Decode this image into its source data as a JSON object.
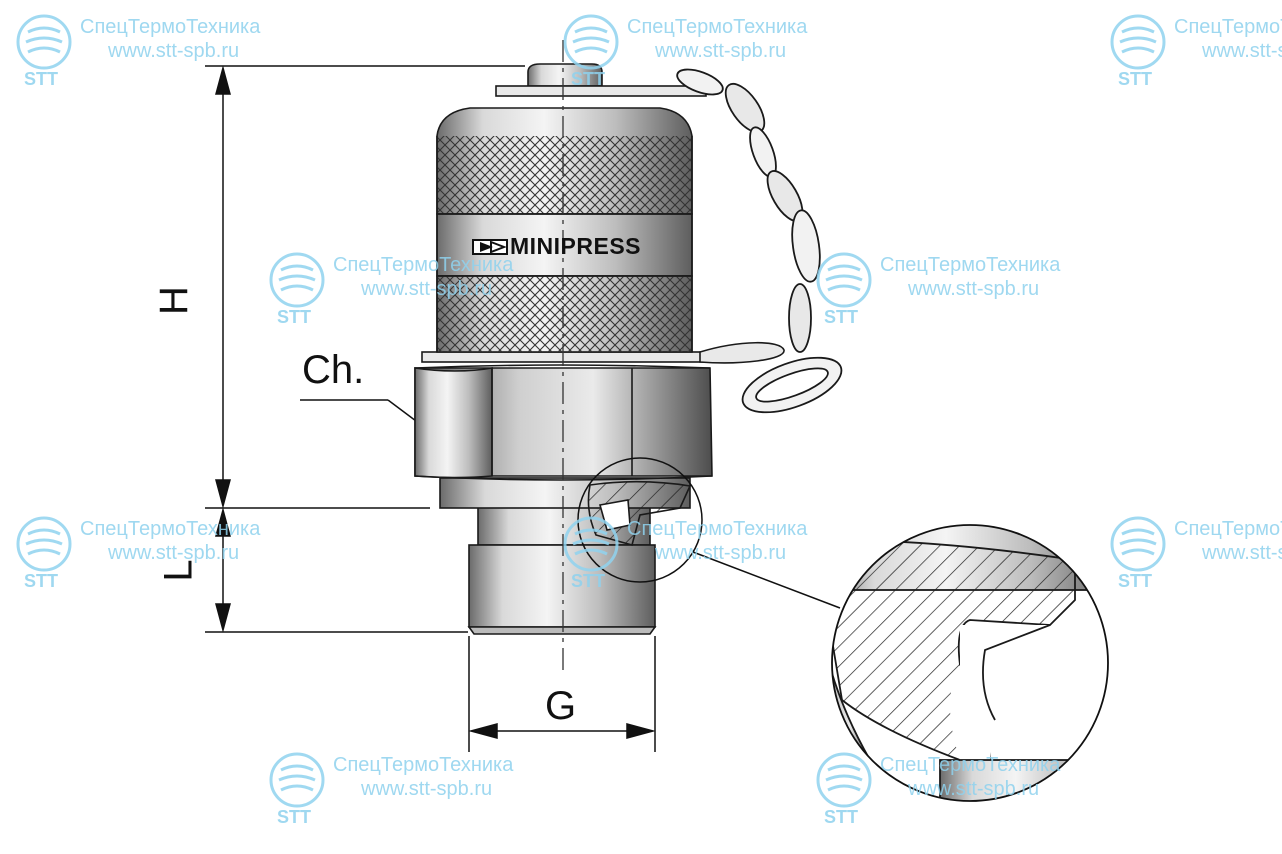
{
  "brand": {
    "name": "MINIPRESS"
  },
  "labels": {
    "height": "H",
    "length": "L",
    "thread": "G",
    "hex": "Ch."
  },
  "watermark": {
    "company": "СпецТермоТехника",
    "url": "www.stt-spb.ru",
    "abbr": "STT"
  },
  "colors": {
    "watermark": "#8fd2ee",
    "outline": "#1a1a1a"
  }
}
